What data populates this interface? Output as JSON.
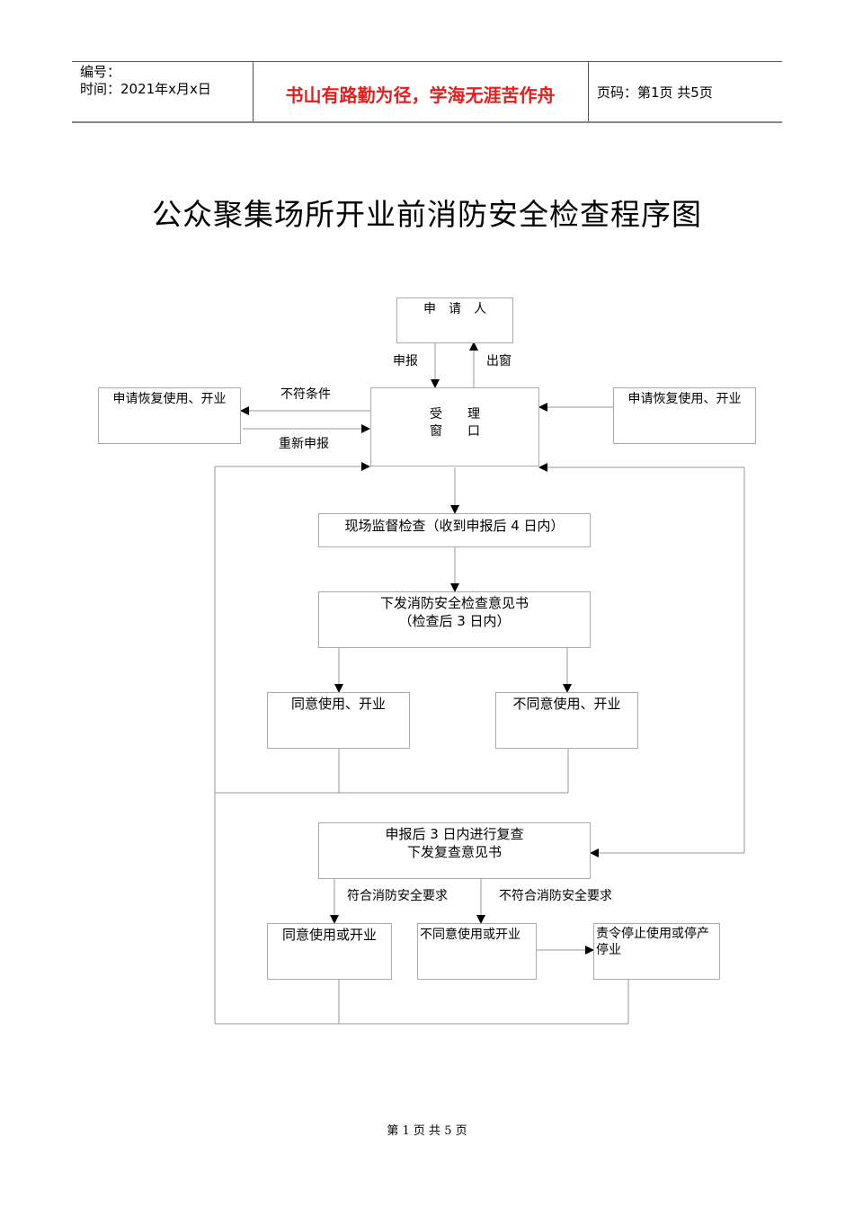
{
  "header": {
    "number_label": "编号：",
    "date_label": "时间：2021年x月x日",
    "motto": "书山有路勤为径，学海无涯苦作舟",
    "page_label": "页码：第1页  共5页"
  },
  "title": "公众聚集场所开业前消防安全检查程序图",
  "flow": {
    "applicant": "申　请　人",
    "report": "申报",
    "out_window": "出窗",
    "resume_left": "申请恢复使用、开业",
    "resume_right": "申请恢复使用、开业",
    "not_qualified": "不符条件",
    "resubmit": "重新申报",
    "window_line1": "受　　理",
    "window_line2": "窗　　口",
    "inspection": "现场监督检查（收到申报后 4 日内）",
    "issue_line1": "下发消防安全检查意见书",
    "issue_line2": "（检查后 3 日内）",
    "agree": "同意使用、开业",
    "disagree": "不同意使用、开业",
    "recheck_line1": "申报后 3 日内进行复查",
    "recheck_line2": "下发复查意见书",
    "meets": "符合消防安全要求",
    "not_meets": "不符合消防安全要求",
    "agree2": "同意使用或开业",
    "disagree2": "不同意使用或开业",
    "stop": "责令停止使用或停产停业"
  },
  "footer": "第 1 页 共 5 页"
}
